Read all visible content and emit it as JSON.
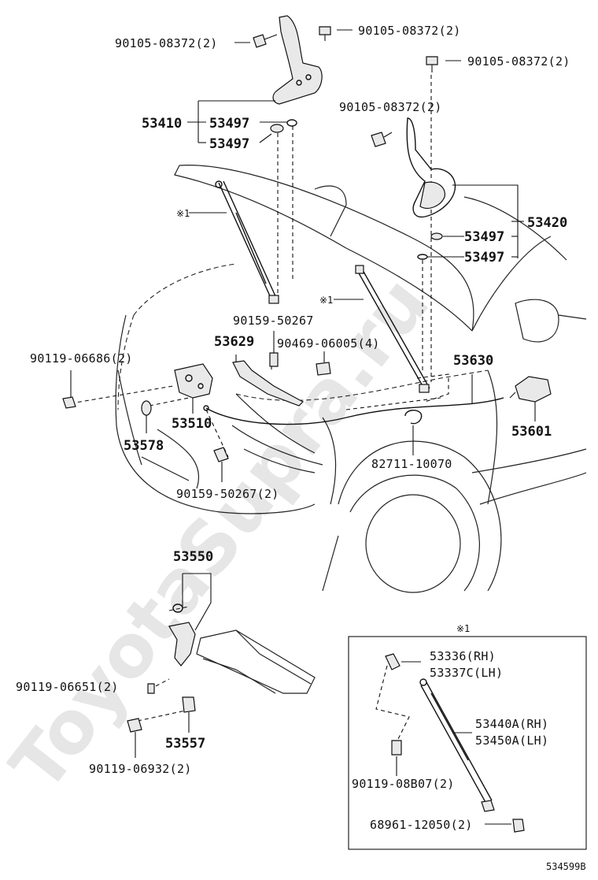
{
  "watermark": "ToyotaSupra.ru",
  "diagram_id": "534599B",
  "note_marker": "※1",
  "labels": {
    "p90105_a": "90105-08372(2)",
    "p90105_b": "90105-08372(2)",
    "p90105_c": "90105-08372(2)",
    "p90105_d": "90105-08372(2)",
    "p53410": "53410",
    "p53497_a": "53497",
    "p53497_b": "53497",
    "p53420": "53420",
    "p53497_c": "53497",
    "p53497_d": "53497",
    "p90159_a": "90159-50267",
    "p53629": "53629",
    "p90469": "90469-06005(4)",
    "p90119_a": "90119-06686(2)",
    "p53630": "53630",
    "p53510": "53510",
    "p53578": "53578",
    "p53601": "53601",
    "p82711": "82711-10070",
    "p90159_b": "90159-50267(2)",
    "p53550": "53550",
    "p90119_b": "90119-06651(2)",
    "p53557": "53557",
    "p90119_c": "90119-06932(2)",
    "p53336": "53336(RH)",
    "p53337": "53337C(LH)",
    "p53440": "53440A(RH)",
    "p53450": "53450A(LH)",
    "p90119_d": "90119-08B07(2)",
    "p68961": "68961-12050(2)",
    "star_a": "※1",
    "star_b": "※1",
    "star_box": "※1"
  }
}
